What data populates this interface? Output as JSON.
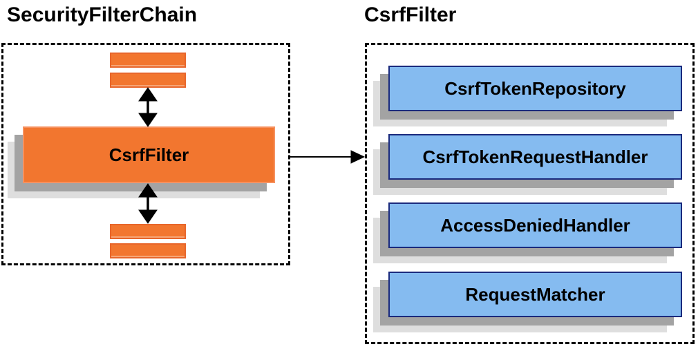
{
  "left_panel": {
    "title": "SecurityFilterChain",
    "filter_box_label": "CsrfFilter"
  },
  "right_panel": {
    "title": "CsrfFilter",
    "components": [
      "CsrfTokenRepository",
      "CsrfTokenRequestHandler",
      "AccessDeniedHandler",
      "RequestMatcher"
    ]
  },
  "colors": {
    "orange": "#F2762F",
    "orange-border": "#E8662B",
    "orange-border-light": "#F6915F",
    "blue": "#85BBF0",
    "blue-border": "#1A2A7D",
    "shadow-dark": "#A3A3A3",
    "shadow-light": "#DEDEDE",
    "arrow": "#000000"
  }
}
